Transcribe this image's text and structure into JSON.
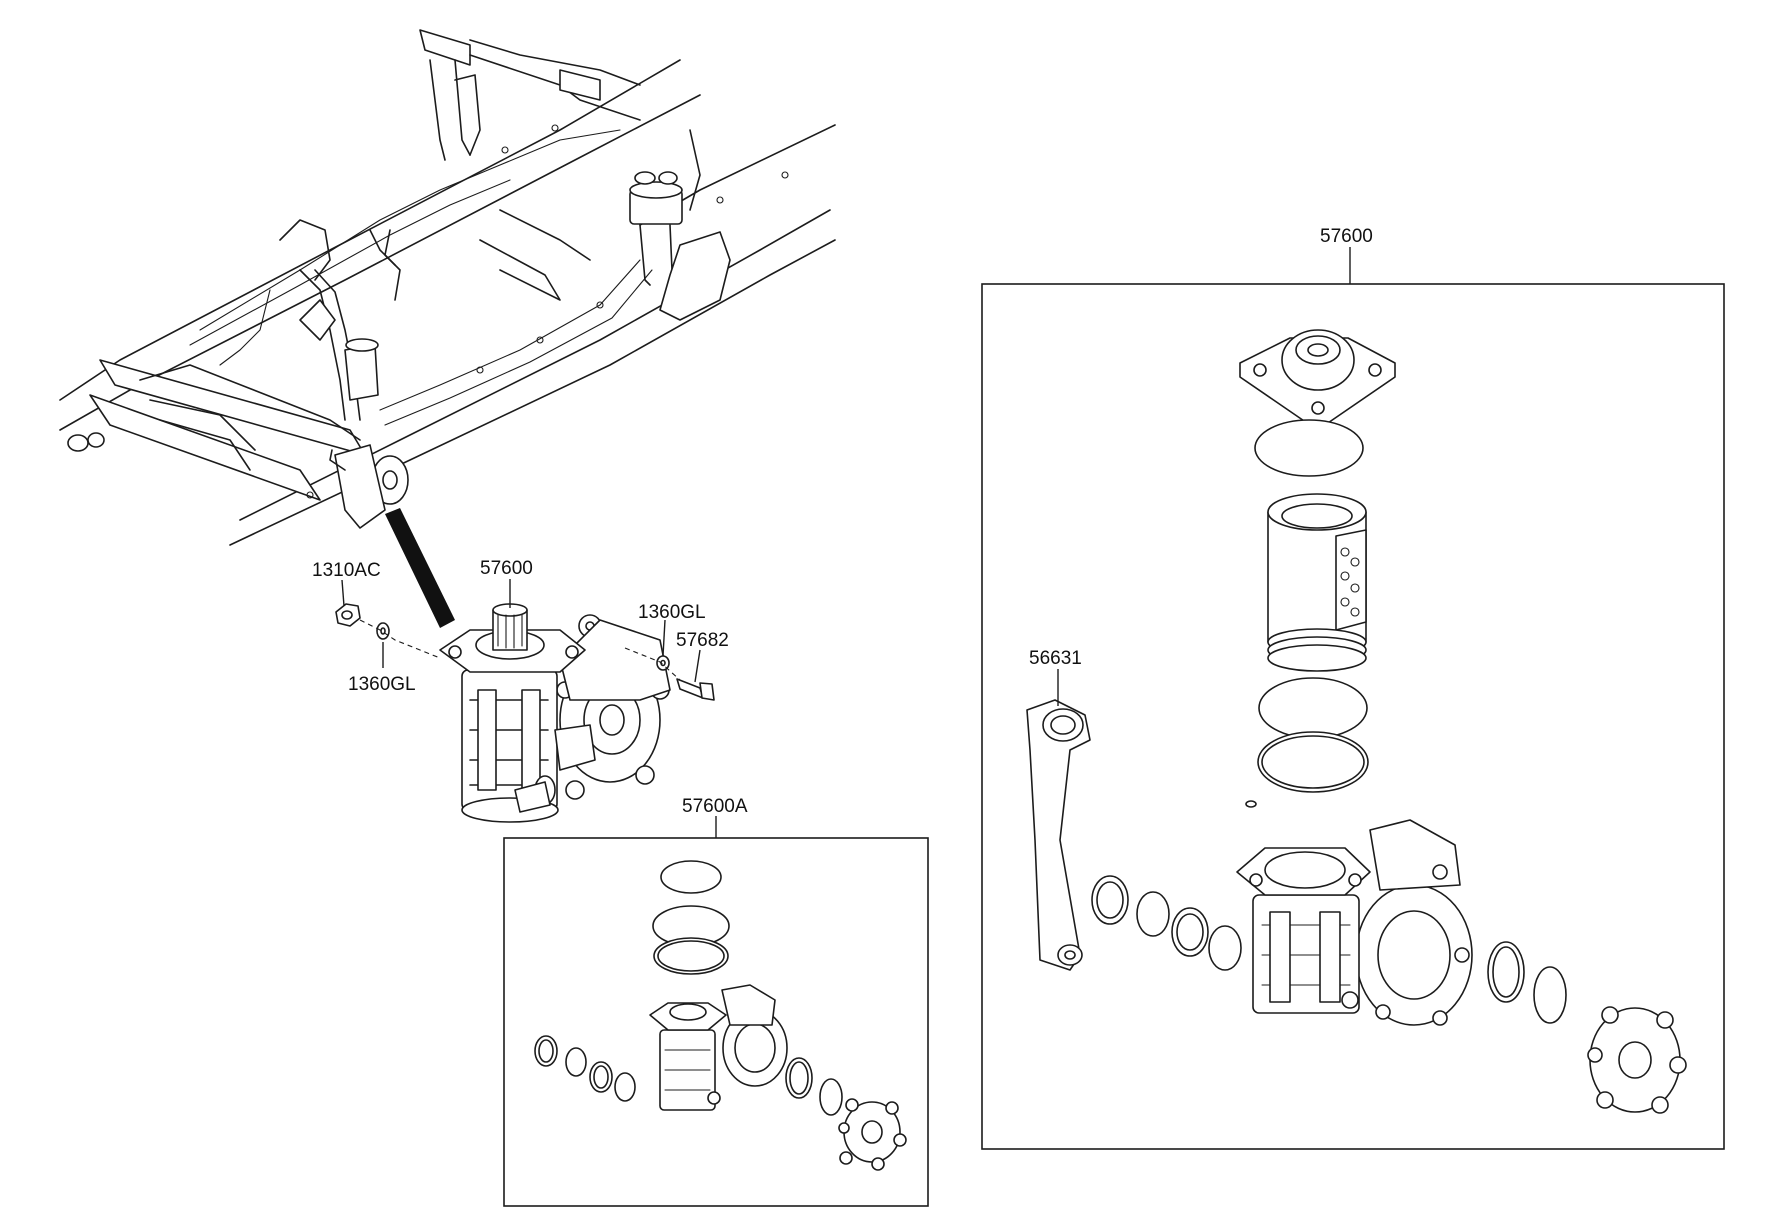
{
  "labels": {
    "frame_assembly_number": "57600",
    "nut_1310ac": "1310AC",
    "washer_left": "1360GL",
    "washer_right": "1360GL",
    "bolt": "57682",
    "kit_number": "57600A",
    "detail_assembly_number": "57600",
    "pitman_arm": "56631"
  }
}
